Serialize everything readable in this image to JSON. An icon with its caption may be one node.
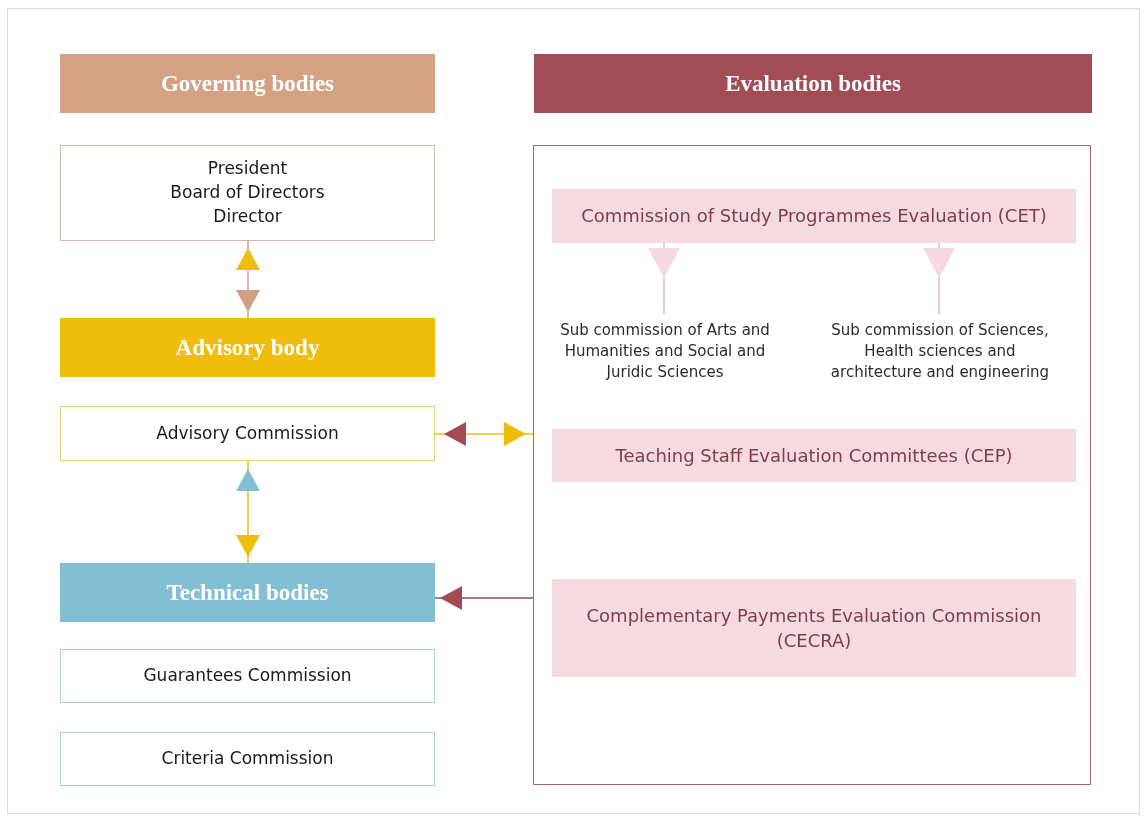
{
  "diagram": {
    "nodes": [
      {
        "text": [
          "Governing bodies"
        ]
      },
      {
        "text": [
          "President",
          "Board of Directors",
          "Director"
        ]
      },
      {
        "text": [
          "Advisory body"
        ]
      },
      {
        "text": [
          "Advisory Commission"
        ]
      },
      {
        "text": [
          "Technical bodies"
        ]
      },
      {
        "text": [
          "Guarantees Commission"
        ]
      },
      {
        "text": [
          "Criteria Commission"
        ]
      },
      {
        "text": [
          "Evaluation bodies"
        ]
      },
      {
        "text": [],
        "shape": "box"
      },
      {
        "text": [
          "Commission of Study Programmes Evaluation (CET)"
        ],
        "in": 8
      },
      {
        "text": [
          "Sub commission of Arts and Humanities and Social and Juridic Sciences"
        ],
        "in": 8
      },
      {
        "text": [
          "Sub commission of Sciences, Health sciences and architecture and engineering"
        ],
        "in": 8
      },
      {
        "text": [
          "Teaching Staff Evaluation Committees (CEP)"
        ],
        "in": 8
      },
      {
        "text": [
          "Complementary Payments Evaluation Commission (CECRA)"
        ],
        "in": 8
      }
    ],
    "edges": [
      {
        "from": 1,
        "to": 2,
        "arrow": "both",
        "color": "#cfa086"
      },
      {
        "from": 3,
        "to": 4,
        "arrow": "both",
        "color": "#f1bd0c"
      },
      {
        "from": 3,
        "to": 8,
        "arrow": "both",
        "color": "#f1bd0c"
      },
      {
        "from": 8,
        "to": 4,
        "arrow": "to",
        "color": "#a24b55"
      },
      {
        "from": 9,
        "to": 10,
        "arrow": "to",
        "color": "#e8b6bf"
      },
      {
        "from": 9,
        "to": 11,
        "arrow": "to",
        "color": "#e8b6bf"
      }
    ]
  }
}
